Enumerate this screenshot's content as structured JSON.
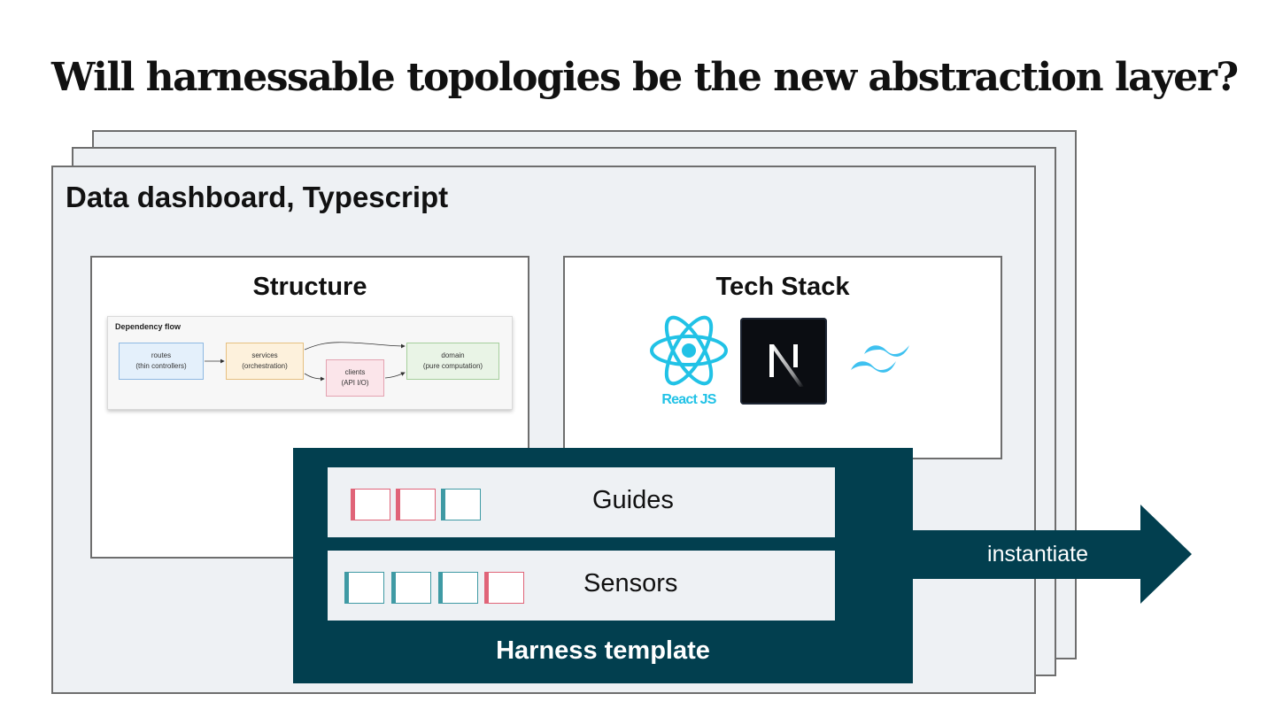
{
  "title": "Will harnessable topologies be the new abstraction layer?",
  "template_card": {
    "title": "Data dashboard, Typescript"
  },
  "structure": {
    "title": "Structure",
    "dependency_flow": {
      "title": "Dependency flow",
      "nodes": [
        {
          "id": "routes",
          "name": "routes",
          "detail": "(thin controllers)",
          "color": "#e4f0fb"
        },
        {
          "id": "services",
          "name": "services",
          "detail": "(orchestration)",
          "color": "#fdf1dc"
        },
        {
          "id": "clients",
          "name": "clients",
          "detail": "(API I/O)",
          "color": "#fbe5ea"
        },
        {
          "id": "domain",
          "name": "domain",
          "detail": "(pure computation)",
          "color": "#e9f4e6"
        }
      ],
      "edges": [
        [
          "routes",
          "services"
        ],
        [
          "services",
          "clients"
        ],
        [
          "services",
          "domain"
        ],
        [
          "clients",
          "domain"
        ]
      ]
    }
  },
  "tech_stack": {
    "title": "Tech Stack",
    "logos": [
      {
        "icon": "react-logo-icon",
        "caption": "React JS",
        "color": "#21c2e6"
      },
      {
        "icon": "nextjs-logo-icon",
        "color": "#0b0d12"
      },
      {
        "icon": "tailwind-logo-icon",
        "color": "#3ec1f0"
      }
    ]
  },
  "harness": {
    "label": "Harness template",
    "color": "#023f4f",
    "guides": {
      "label": "Guides",
      "squares": [
        "pink",
        "pink",
        "teal"
      ]
    },
    "sensors": {
      "label": "Sensors",
      "squares": [
        "teal",
        "teal",
        "teal",
        "pink"
      ]
    }
  },
  "arrow": {
    "label": "instantiate"
  },
  "colors": {
    "pink": "#e06478",
    "teal": "#3f9aa4",
    "card_background": "#eef1f4"
  }
}
